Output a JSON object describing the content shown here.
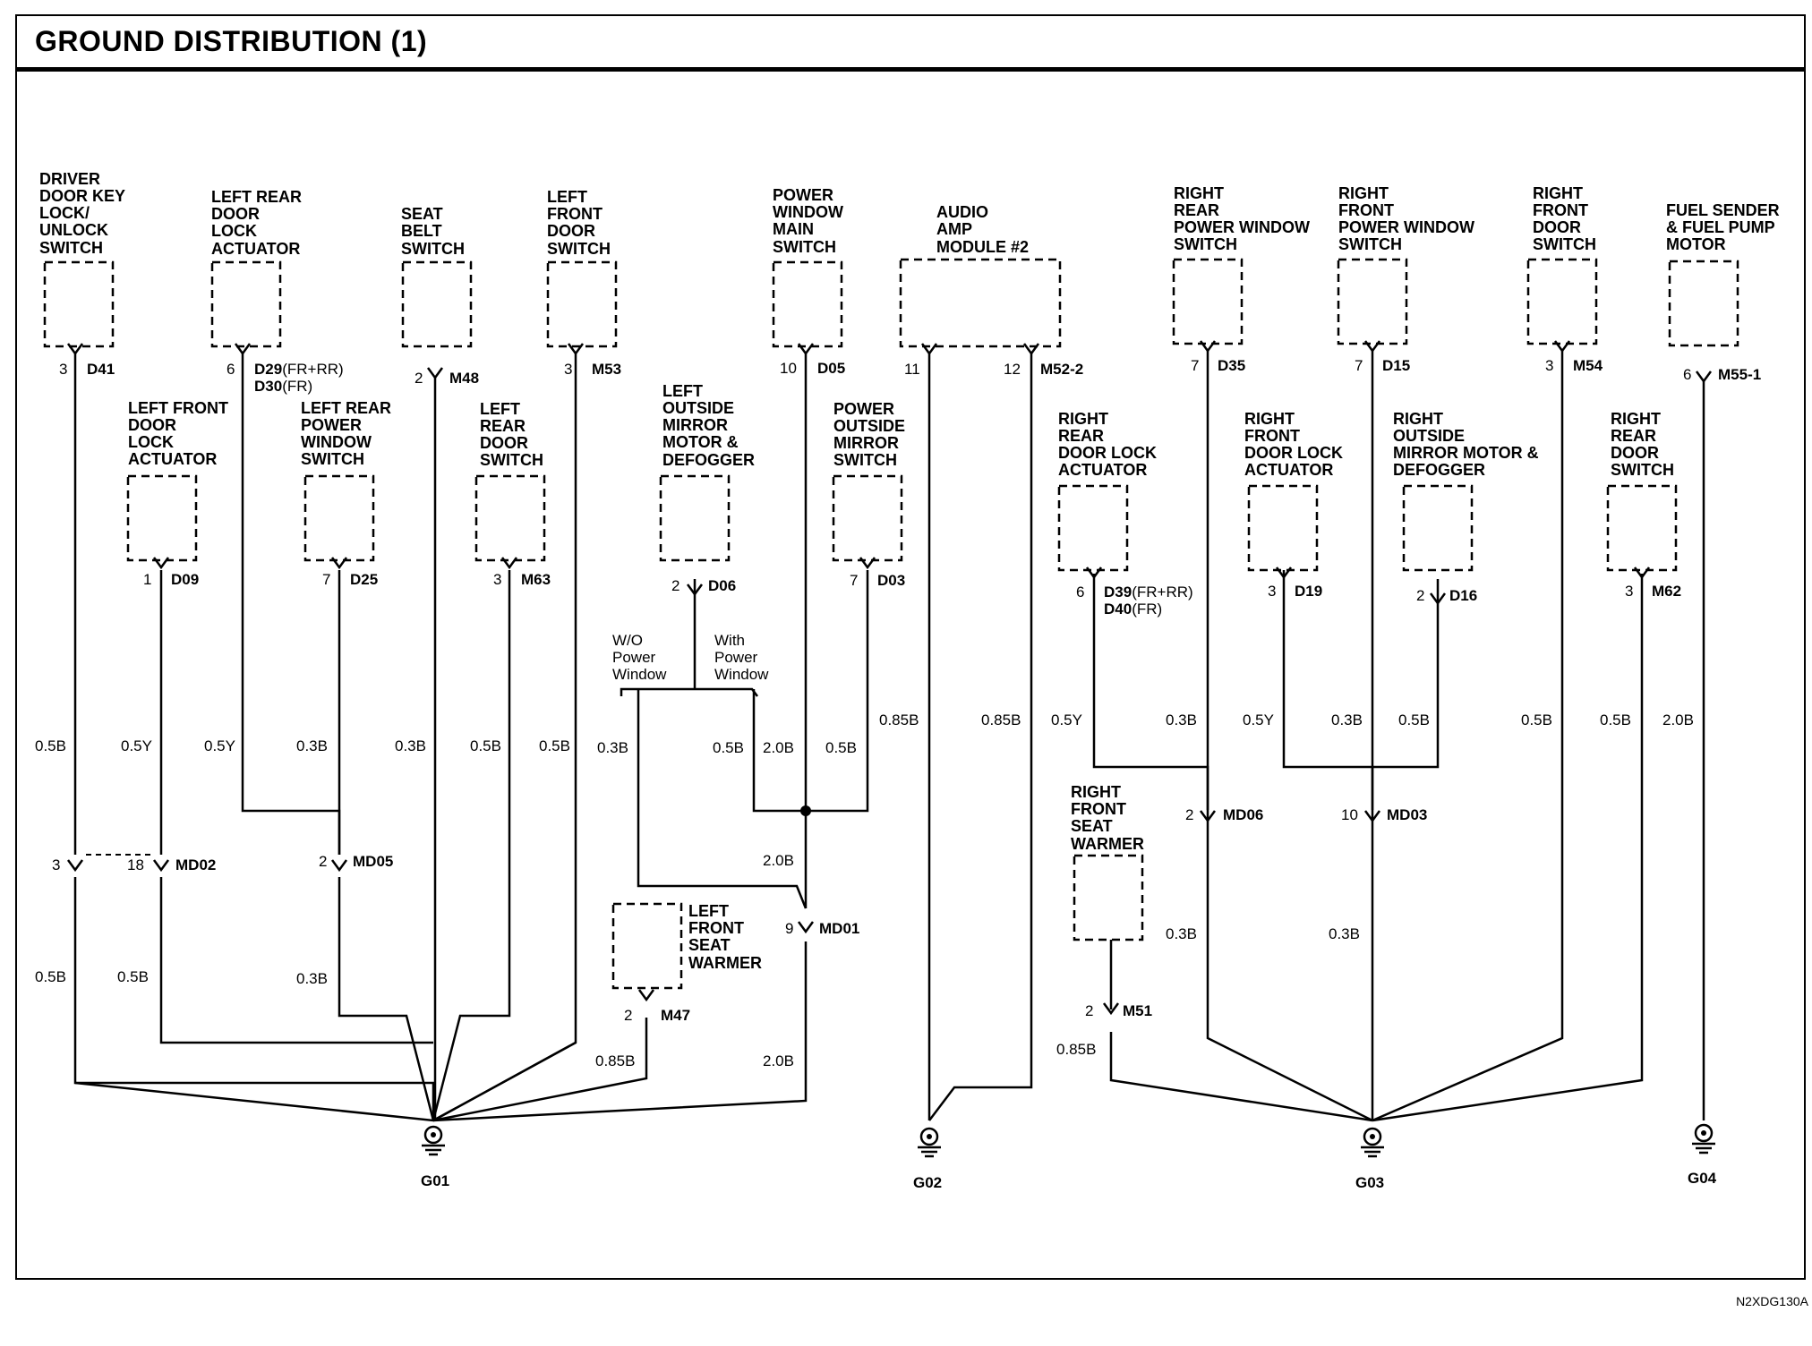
{
  "title": "GROUND DISTRIBUTION (1)",
  "doc_code": "N2XDG130A",
  "components": [
    {
      "id": "c1",
      "lines": [
        "DRIVER",
        "DOOR KEY",
        "LOCK/",
        "UNLOCK",
        "SWITCH"
      ],
      "pin": "3",
      "connector": "D41"
    },
    {
      "id": "c2",
      "lines": [
        "LEFT REAR",
        "DOOR",
        "LOCK",
        "ACTUATOR"
      ],
      "pin": "6",
      "connector": "D29",
      "connector_suffix": "(FR+RR)",
      "connector2": "D30",
      "connector2_suffix": "(FR)"
    },
    {
      "id": "c3",
      "lines": [
        "SEAT",
        "BELT",
        "SWITCH"
      ],
      "pin": "2",
      "connector": "M48"
    },
    {
      "id": "c4",
      "lines": [
        "LEFT",
        "FRONT",
        "DOOR",
        "SWITCH"
      ],
      "pin": "3",
      "connector": "M53"
    },
    {
      "id": "c5",
      "lines": [
        "POWER",
        "WINDOW",
        "MAIN",
        "SWITCH"
      ],
      "pin": "10",
      "connector": "D05"
    },
    {
      "id": "c6",
      "lines": [
        "AUDIO",
        "AMP",
        "MODULE #2"
      ],
      "pin": "11",
      "pin2": "12",
      "connector": "M52-2"
    },
    {
      "id": "c7",
      "lines": [
        "RIGHT",
        "REAR",
        "POWER WINDOW",
        "SWITCH"
      ],
      "pin": "7",
      "connector": "D35"
    },
    {
      "id": "c8",
      "lines": [
        "RIGHT",
        "FRONT",
        "POWER WINDOW",
        "SWITCH"
      ],
      "pin": "7",
      "connector": "D15"
    },
    {
      "id": "c9",
      "lines": [
        "RIGHT",
        "FRONT",
        "DOOR",
        "SWITCH"
      ],
      "pin": "3",
      "connector": "M54"
    },
    {
      "id": "c10",
      "lines": [
        "FUEL SENDER",
        "& FUEL PUMP",
        "MOTOR"
      ],
      "pin": "6",
      "connector": "M55-1"
    },
    {
      "id": "c11",
      "lines": [
        "LEFT FRONT",
        "DOOR",
        "LOCK",
        "ACTUATOR"
      ],
      "pin": "1",
      "connector": "D09"
    },
    {
      "id": "c12",
      "lines": [
        "LEFT REAR",
        "POWER",
        "WINDOW",
        "SWITCH"
      ],
      "pin": "7",
      "connector": "D25"
    },
    {
      "id": "c13",
      "lines": [
        "LEFT",
        "REAR",
        "DOOR",
        "SWITCH"
      ],
      "pin": "3",
      "connector": "M63"
    },
    {
      "id": "c14",
      "lines": [
        "LEFT",
        "OUTSIDE",
        "MIRROR",
        "MOTOR &",
        "DEFOGGER"
      ],
      "pin": "2",
      "connector": "D06"
    },
    {
      "id": "c15",
      "lines": [
        "POWER",
        "OUTSIDE",
        "MIRROR",
        "SWITCH"
      ],
      "pin": "7",
      "connector": "D03"
    },
    {
      "id": "c16",
      "lines": [
        "RIGHT",
        "REAR",
        "DOOR LOCK",
        "ACTUATOR"
      ],
      "pin": "6",
      "connector": "D39",
      "connector_suffix": "(FR+RR)",
      "connector2": "D40",
      "connector2_suffix": "(FR)"
    },
    {
      "id": "c17",
      "lines": [
        "RIGHT",
        "FRONT",
        "DOOR LOCK",
        "ACTUATOR"
      ],
      "pin": "3",
      "connector": "D19"
    },
    {
      "id": "c18",
      "lines": [
        "RIGHT",
        "OUTSIDE",
        "MIRROR MOTOR &",
        "DEFOGGER"
      ],
      "pin": "2",
      "connector": "D16"
    },
    {
      "id": "c19",
      "lines": [
        "RIGHT",
        "REAR",
        "DOOR",
        "SWITCH"
      ],
      "pin": "3",
      "connector": "M62"
    },
    {
      "id": "c20",
      "lines": [
        "LEFT",
        "FRONT",
        "SEAT",
        "WARMER"
      ],
      "pin": "2",
      "connector": "M47"
    },
    {
      "id": "c21",
      "lines": [
        "RIGHT",
        "FRONT",
        "SEAT",
        "WARMER"
      ],
      "pin": "2",
      "connector": "M51"
    }
  ],
  "junctions": [
    {
      "id": "md02",
      "pin_left": "3",
      "pin_right": "18",
      "connector": "MD02"
    },
    {
      "id": "md05",
      "pin": "2",
      "connector": "MD05"
    },
    {
      "id": "md01",
      "pin": "9",
      "connector": "MD01"
    },
    {
      "id": "md06",
      "pin": "2",
      "connector": "MD06"
    },
    {
      "id": "md03",
      "pin": "10",
      "connector": "MD03"
    }
  ],
  "wire_labels": {
    "w1": "0.5B",
    "w2": "0.5Y",
    "w3": "0.5Y",
    "w4": "0.3B",
    "w5": "0.3B",
    "w6": "0.5B",
    "w7": "0.5B",
    "w8": "0.3B",
    "w9": "0.5B",
    "w10": "2.0B",
    "w11": "0.5B",
    "w12": "0.85B",
    "w13": "0.85B",
    "w14": "0.5Y",
    "w15": "0.3B",
    "w16": "0.5Y",
    "w17": "0.3B",
    "w18": "0.5B",
    "w19": "0.5B",
    "w20": "0.5B",
    "w21": "2.0B",
    "w22": "2.0B",
    "w23": "0.5B",
    "w24": "0.5B",
    "w25": "0.3B",
    "w26": "0.85B",
    "w27": "2.0B",
    "w28": "0.3B",
    "w29": "0.3B",
    "w30": "0.85B"
  },
  "options": {
    "without": [
      "W/O",
      "Power",
      "Window"
    ],
    "with": [
      "With",
      "Power",
      "Window"
    ]
  },
  "grounds": [
    "G01",
    "G02",
    "G03",
    "G04"
  ]
}
